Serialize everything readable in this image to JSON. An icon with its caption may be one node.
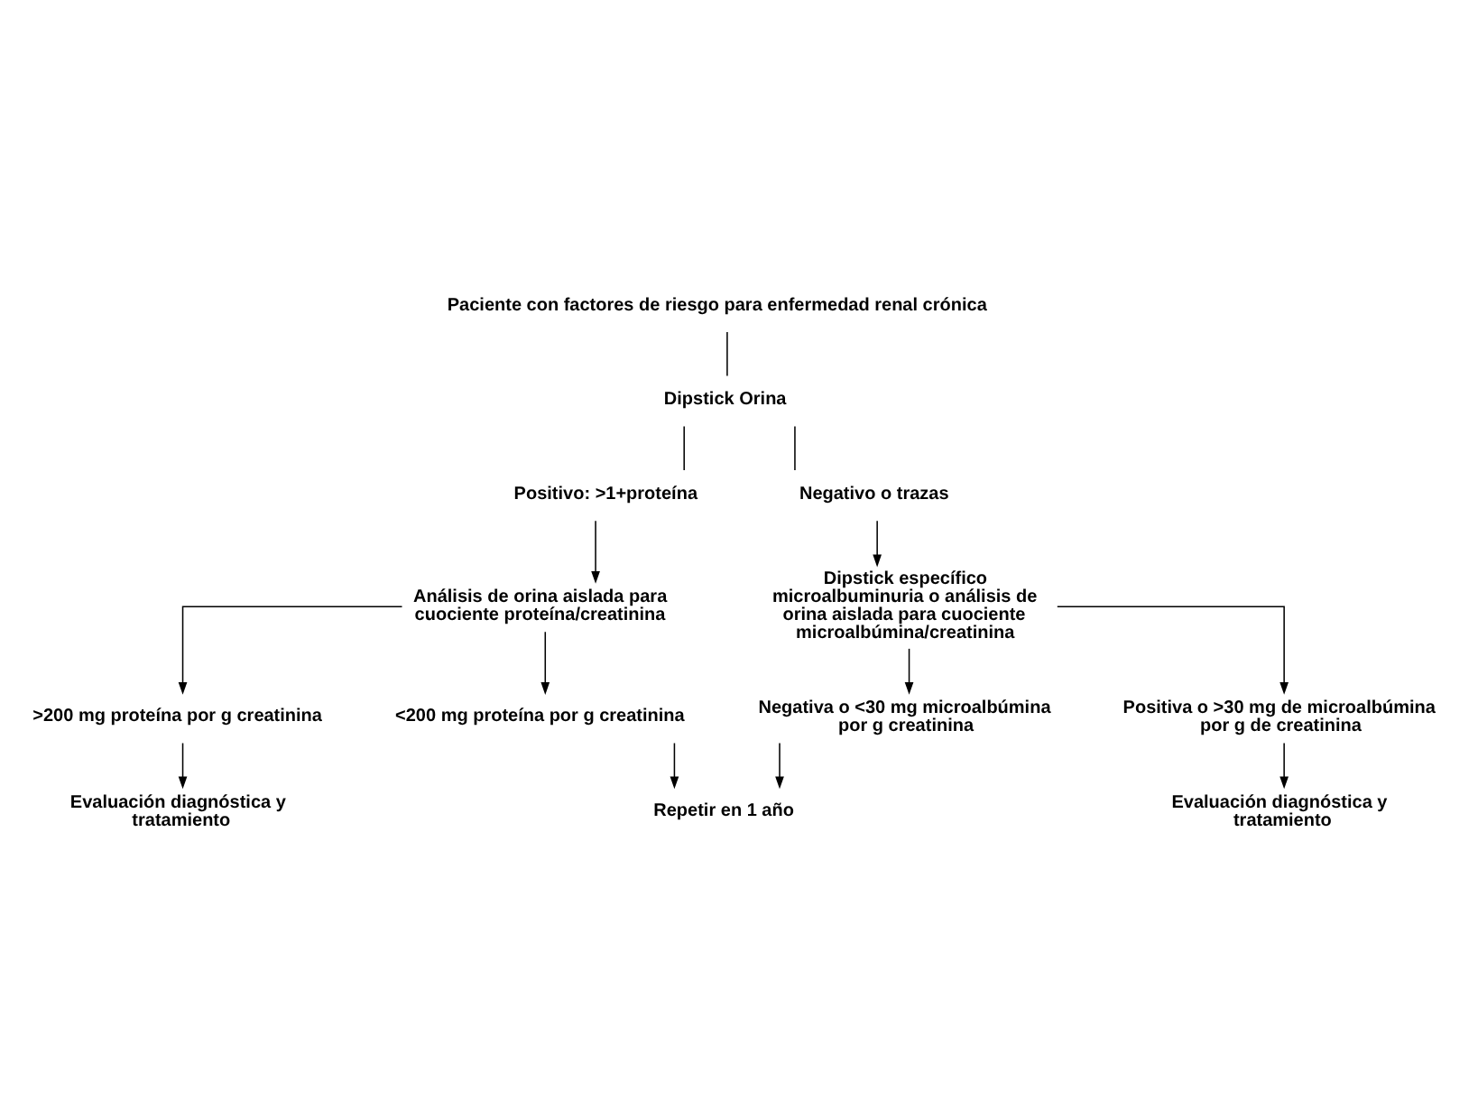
{
  "diagram": {
    "nodes": [
      {
        "text": [
          "Paciente con factores de riesgo para enfermedad renal crónica"
        ]
      },
      {
        "text": [
          "Dipstick Orina"
        ]
      },
      {
        "text": [
          "Positivo: >1+proteína"
        ]
      },
      {
        "text": [
          "Negativo o trazas"
        ]
      },
      {
        "text": [
          "Análisis de orina aislada para cuociente proteína/creatinina"
        ]
      },
      {
        "text": [
          "Dipstick específico microalbuminuria o análisis de orina aislada para cuociente microalbúmina/creatinina"
        ]
      },
      {
        "text": [
          ">200 mg proteína por g creatinina"
        ]
      },
      {
        "text": [
          "<200 mg proteína por g creatinina"
        ]
      },
      {
        "text": [
          "Negativa o <30 mg microalbúmina por g creatinina"
        ]
      },
      {
        "text": [
          "Positiva o >30 mg de microalbúmina por g de creatinina"
        ]
      },
      {
        "text": [
          "Evaluación diagnóstica y tratamiento"
        ]
      },
      {
        "text": [
          "Evaluación diagnóstica y tratamiento"
        ]
      },
      {
        "text": [
          "Repetir en 1 año"
        ]
      }
    ],
    "edges": [
      {
        "from": 0,
        "to": 1,
        "arrow": "none"
      },
      {
        "from": 1,
        "to": 2,
        "arrow": "none"
      },
      {
        "from": 1,
        "to": 3,
        "arrow": "none"
      },
      {
        "from": 2,
        "to": 4,
        "arrow": "to"
      },
      {
        "from": 3,
        "to": 5,
        "arrow": "to"
      },
      {
        "from": 4,
        "to": 6,
        "arrow": "to"
      },
      {
        "from": 4,
        "to": 7,
        "arrow": "to"
      },
      {
        "from": 5,
        "to": 8,
        "arrow": "to"
      },
      {
        "from": 5,
        "to": 9,
        "arrow": "to"
      },
      {
        "from": 6,
        "to": 10,
        "arrow": "to"
      },
      {
        "from": 9,
        "to": 11,
        "arrow": "to"
      },
      {
        "from": 7,
        "to": 12,
        "arrow": "to"
      },
      {
        "from": 8,
        "to": 12,
        "arrow": "to"
      }
    ]
  }
}
